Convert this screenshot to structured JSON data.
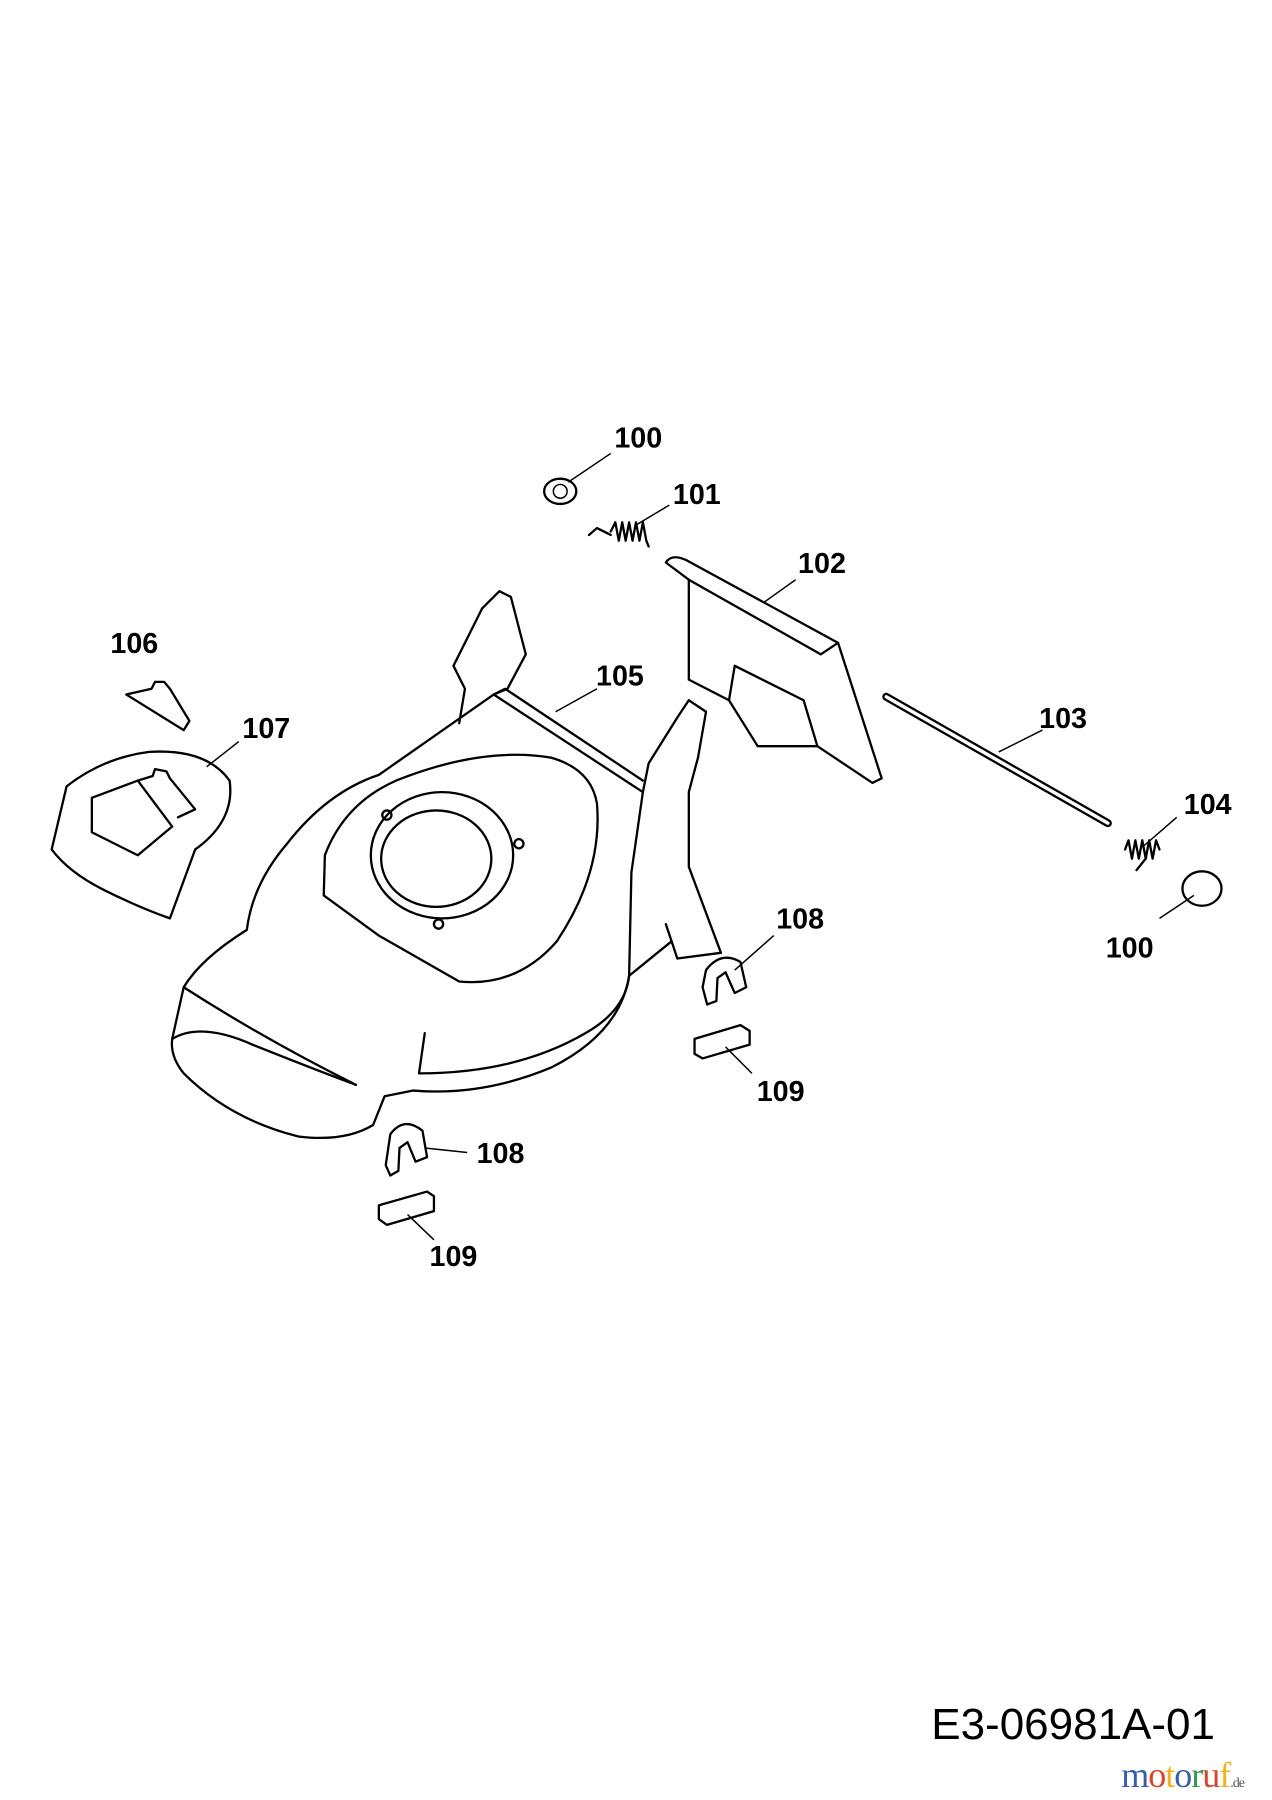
{
  "diagram": {
    "part_labels": {
      "p100_top": "100",
      "p101": "101",
      "p102": "102",
      "p103": "103",
      "p104": "104",
      "p100_right": "100",
      "p105": "105",
      "p106": "106",
      "p107": "107",
      "p108_right": "108",
      "p108_lower": "108",
      "p109_right": "109",
      "p109_lower": "109"
    },
    "drawing_code": "E3-06981A-01"
  },
  "logo": {
    "letters": [
      "m",
      "o",
      "t",
      "o",
      "r",
      "u",
      "f"
    ],
    "colors": [
      "#3b5ca8",
      "#d9452b",
      "#f2b21b",
      "#3b5ca8",
      "#2f9c4b",
      "#d9452b",
      "#f2b21b"
    ],
    "suffix": ".de"
  }
}
